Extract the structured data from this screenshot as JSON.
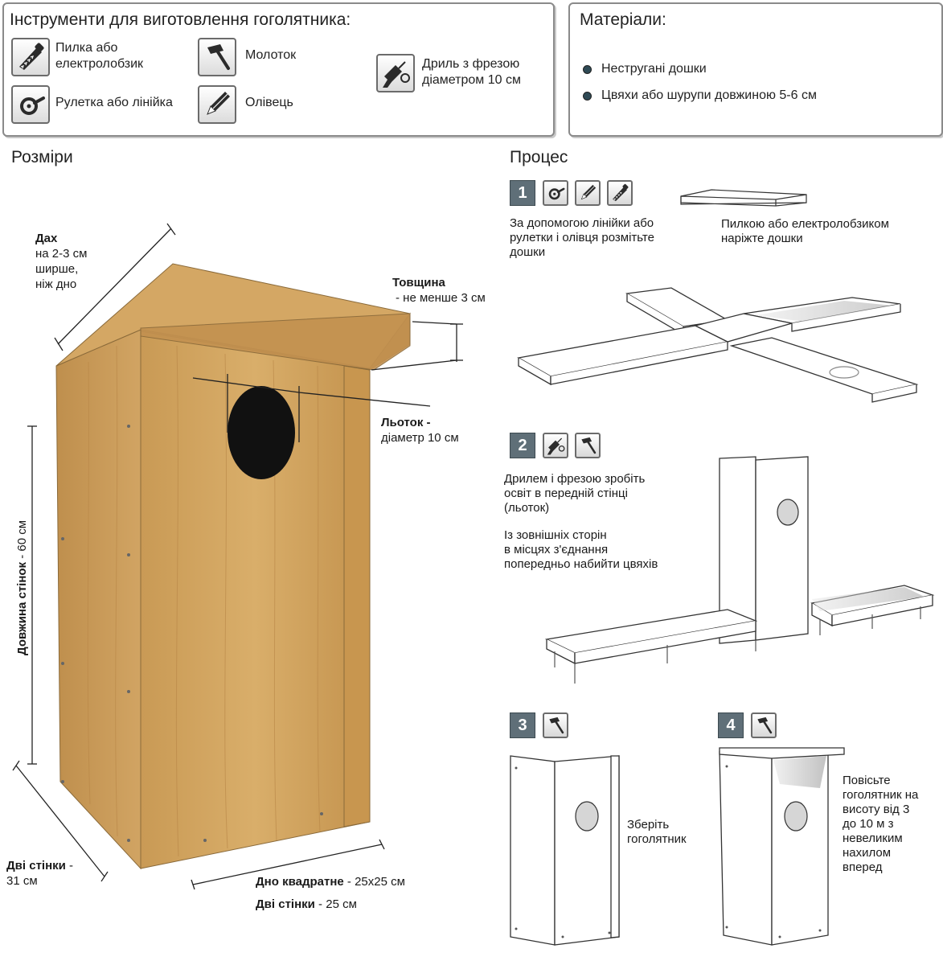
{
  "tools": {
    "title": "Інструменти для виготовлення гоголятника:",
    "items": [
      {
        "icon": "saw-icon",
        "label_lines": [
          "Пилка або",
          "електролобзик"
        ]
      },
      {
        "icon": "tape-measure-icon",
        "label_lines": [
          "Рулетка або лінійка"
        ]
      },
      {
        "icon": "hammer-icon",
        "label_lines": [
          "Молоток"
        ]
      },
      {
        "icon": "pencil-icon",
        "label_lines": [
          "Олівець"
        ]
      },
      {
        "icon": "drill-icon",
        "label_lines": [
          "Дриль з фрезою",
          "діаметром 10 см"
        ]
      }
    ]
  },
  "materials": {
    "title": "Матеріали:",
    "items": [
      "Неструганi дошки",
      "Цвяхи або шурупи довжиною 5-6 см"
    ]
  },
  "dimensions": {
    "title": "Розміри",
    "roof": {
      "title": "Дах",
      "lines": [
        "на 2-3 см",
        "ширше,",
        "ніж дно"
      ]
    },
    "thickness": {
      "title": "Товщина",
      "text": "- не менше 3 см"
    },
    "entrance": {
      "title": "Льоток -",
      "text": "діаметр 10 см"
    },
    "wall_length": {
      "title": "Довжина стінок",
      "text": " - 60 см"
    },
    "side_walls": {
      "title": "Дві стінки",
      "suffix": " -",
      "text": "31 см"
    },
    "bottom": {
      "title": "Дно квадратне",
      "text": " - 25х25 см"
    },
    "front_walls": {
      "title": "Дві стінки",
      "text": " - 25 см"
    }
  },
  "process": {
    "title": "Процес",
    "steps": [
      {
        "number": "1",
        "icons": [
          "tape-measure-icon",
          "pencil-icon",
          "saw-icon"
        ],
        "texts": [
          {
            "lines": [
              "За допомогою лінійки або",
              "рулетки і олівця розмітьте",
              "дошки"
            ]
          },
          {
            "lines": [
              "Пилкою або електролобзиком",
              "наріжте дошки"
            ]
          }
        ]
      },
      {
        "number": "2",
        "icons": [
          "drill-icon",
          "hammer-icon"
        ],
        "texts": [
          {
            "lines": [
              "Дрилем і фрезою зробіть",
              "освіт в передній стінці",
              "(льоток)"
            ]
          },
          {
            "lines": [
              "Із зовнішніх сторін",
              "в місцях з'єднання",
              "попередньо набийти цвяхів"
            ]
          }
        ]
      },
      {
        "number": "3",
        "icons": [
          "hammer-icon"
        ],
        "texts": [
          {
            "lines": [
              "Зберіть",
              "гоголятник"
            ]
          }
        ]
      },
      {
        "number": "4",
        "icons": [
          "hammer-icon"
        ],
        "texts": [
          {
            "lines": [
              "Повісьте",
              "гоголятник на",
              "висоту від 3",
              "до 10 м з",
              "невеликим",
              "нахилом",
              "вперед"
            ]
          }
        ]
      }
    ]
  }
}
